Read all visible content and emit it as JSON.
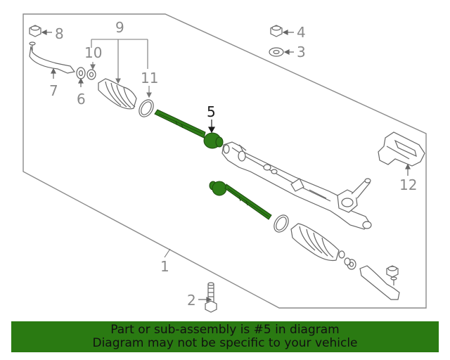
{
  "diagram": {
    "highlight_color": "#2e7d18",
    "line_color": "#7a7a7a",
    "callouts": [
      {
        "id": "1",
        "text": "1"
      },
      {
        "id": "2",
        "text": "2"
      },
      {
        "id": "3",
        "text": "3"
      },
      {
        "id": "4",
        "text": "4"
      },
      {
        "id": "5",
        "text": "5",
        "highlighted": true
      },
      {
        "id": "6",
        "text": "6"
      },
      {
        "id": "7",
        "text": "7"
      },
      {
        "id": "8",
        "text": "8"
      },
      {
        "id": "9",
        "text": "9"
      },
      {
        "id": "10",
        "text": "10"
      },
      {
        "id": "11",
        "text": "11"
      },
      {
        "id": "12",
        "text": "12"
      }
    ]
  },
  "banner": {
    "line1": "Part or sub-assembly is #5 in diagram",
    "line2": "Diagram may not be specific to your vehicle",
    "color": "#2a7a12"
  }
}
